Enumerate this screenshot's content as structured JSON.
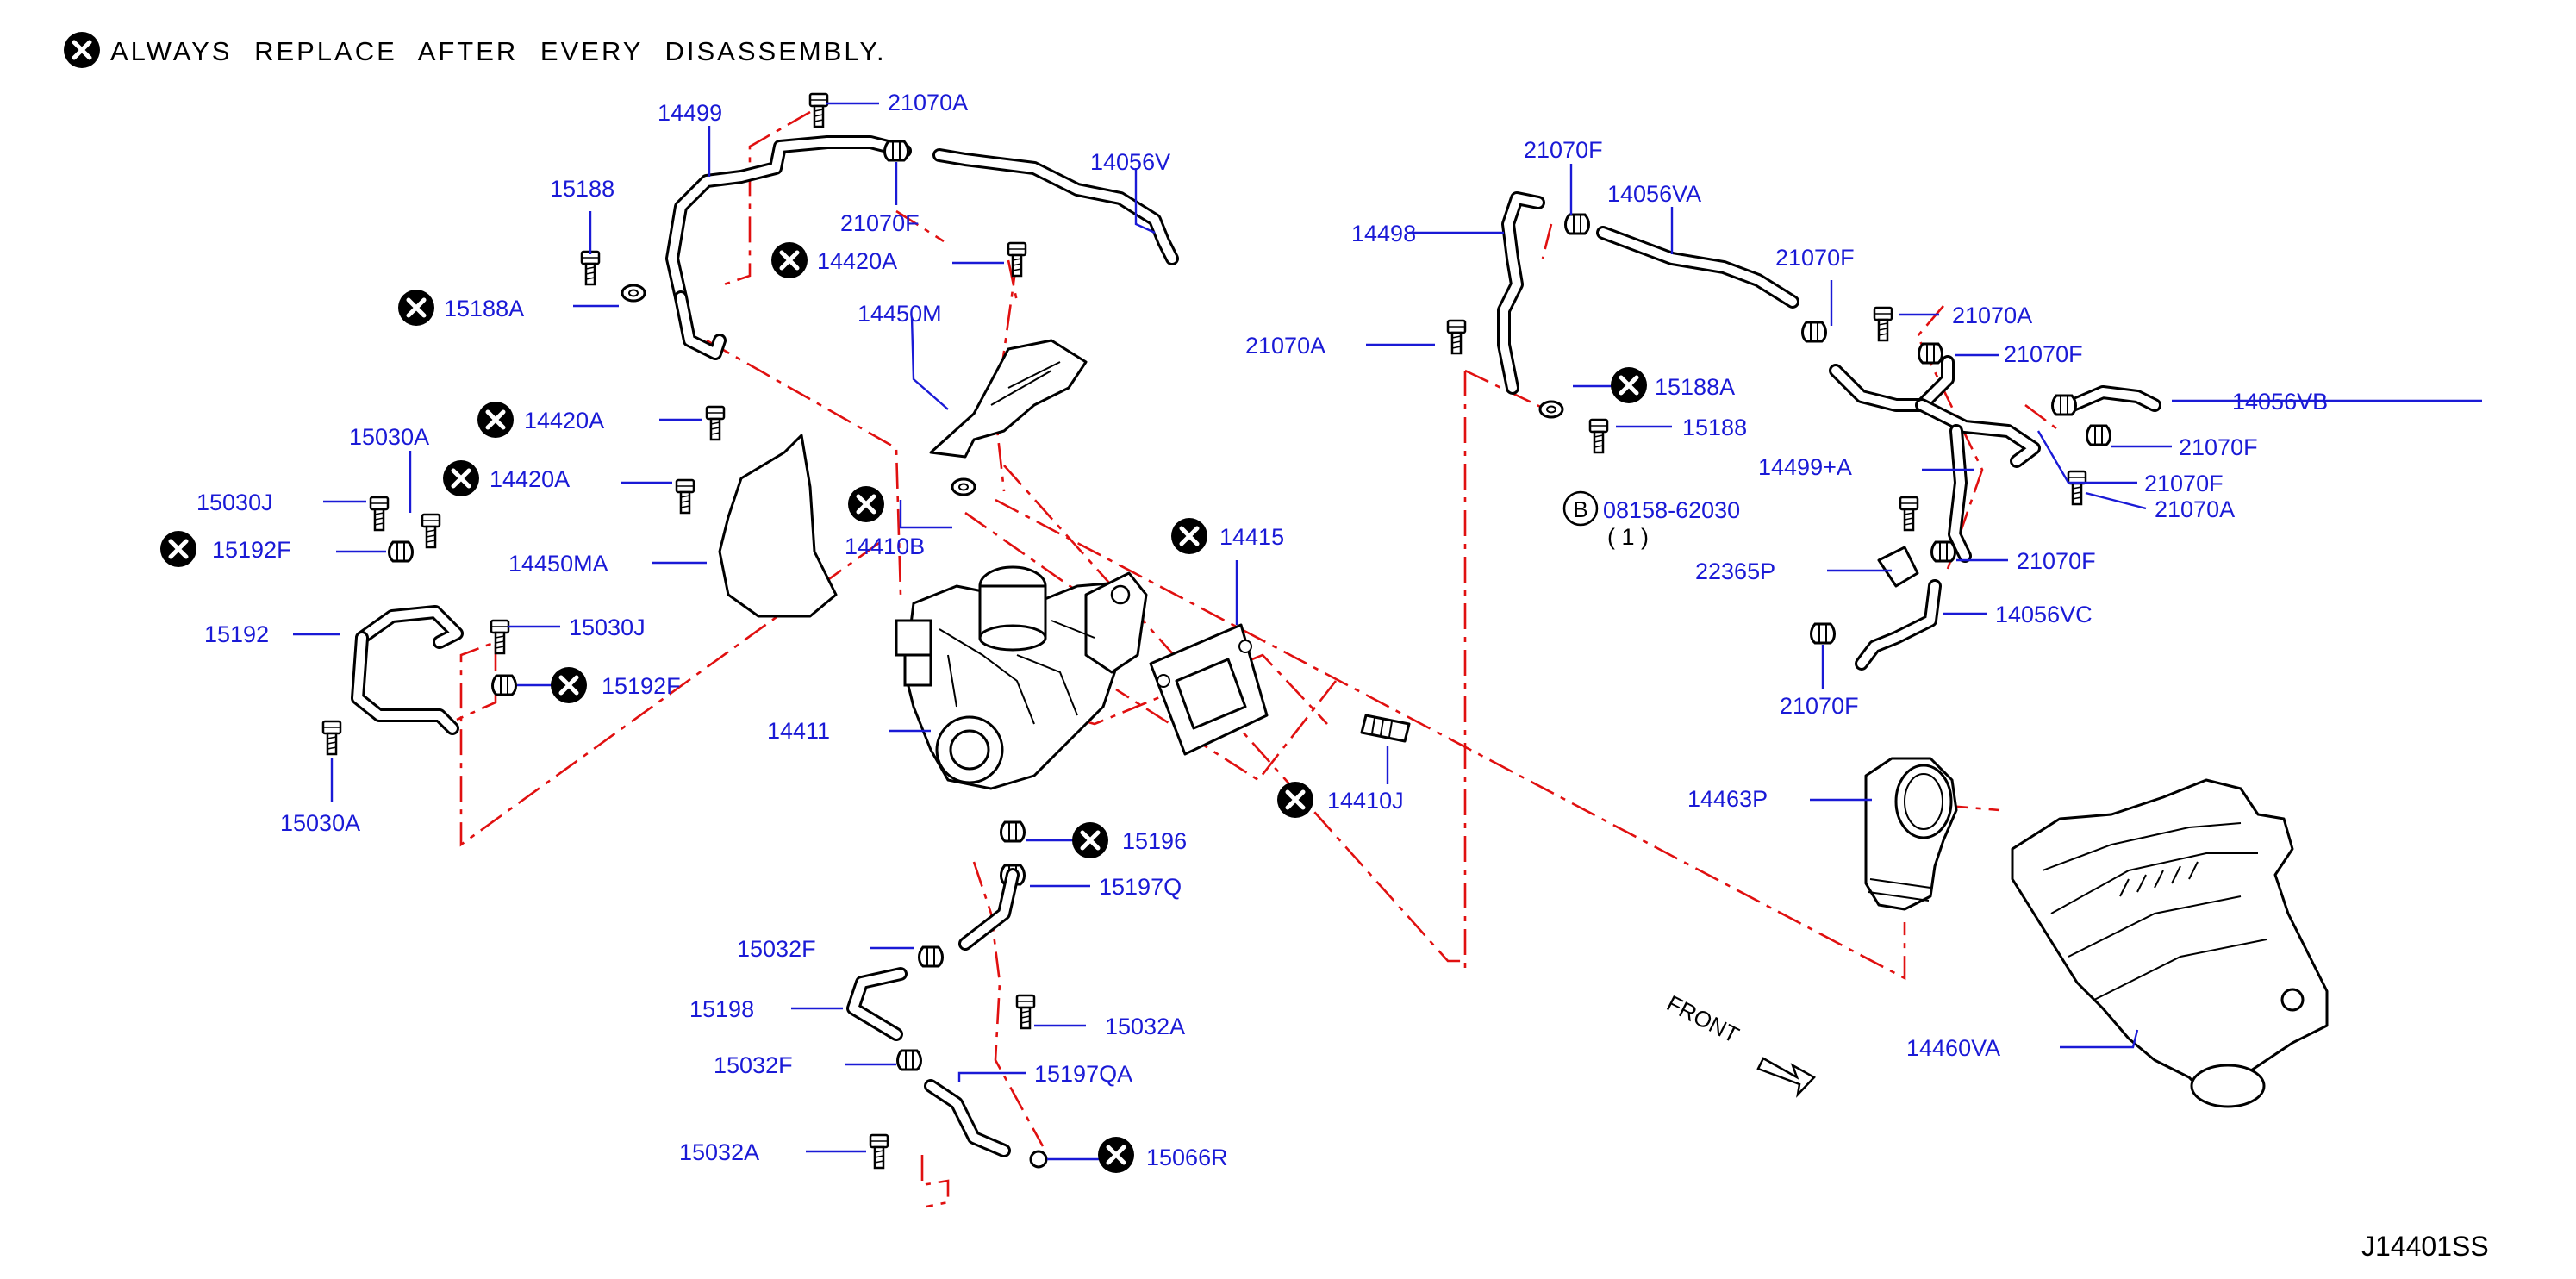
{
  "note": {
    "text": "ALWAYS REPLACE AFTER EVERY DISASSEMBLY."
  },
  "diagram_code": "J14401SS",
  "front_label": "FRONT",
  "bolt_callout": {
    "symbol": "B",
    "part": "08158-62030",
    "qty": "( 1 )"
  },
  "labels": {
    "l14499": "14499",
    "l21070A_top": "21070A",
    "l21070F_top": "21070F",
    "l14056V": "14056V",
    "l15188_left": "15188",
    "l15188A_left": "15188A",
    "l14420A_top": "14420A",
    "l14450M": "14450M",
    "l14420A_a": "14420A",
    "l14420A_b": "14420A",
    "l15030A_top": "15030A",
    "l15030J_top": "15030J",
    "l15192F_top": "15192F",
    "l14450MA": "14450MA",
    "l15192": "15192",
    "l15030J_mid": "15030J",
    "l15192F_mid": "15192F",
    "l15030A_bot": "15030A",
    "l14410B": "14410B",
    "l14415": "14415",
    "l14411": "14411",
    "l14410J": "14410J",
    "l15196": "15196",
    "l15197Q": "15197Q",
    "l15032F_a": "15032F",
    "l15198": "15198",
    "l15032A_a": "15032A",
    "l15032F_b": "15032F",
    "l15197QA": "15197QA",
    "l15032A_b": "15032A",
    "l15066R": "15066R",
    "l21070F_r1": "21070F",
    "l14056VA": "14056VA",
    "l14498": "14498",
    "l21070F_r2": "21070F",
    "l21070A_r1": "21070A",
    "l21070A_r2": "21070A",
    "l21070F_r3": "21070F",
    "l15188A_right": "15188A",
    "l14056VB": "14056VB",
    "l15188_right": "15188",
    "l21070F_r4": "21070F",
    "l14499A": "14499+A",
    "l21070F_r5": "21070F",
    "l21070A_r3": "21070A",
    "l21070F_r6": "21070F",
    "l22365P": "22365P",
    "l14056VC": "14056VC",
    "l21070F_r7": "21070F",
    "l14463P": "14463P",
    "l14460VA": "14460VA"
  }
}
